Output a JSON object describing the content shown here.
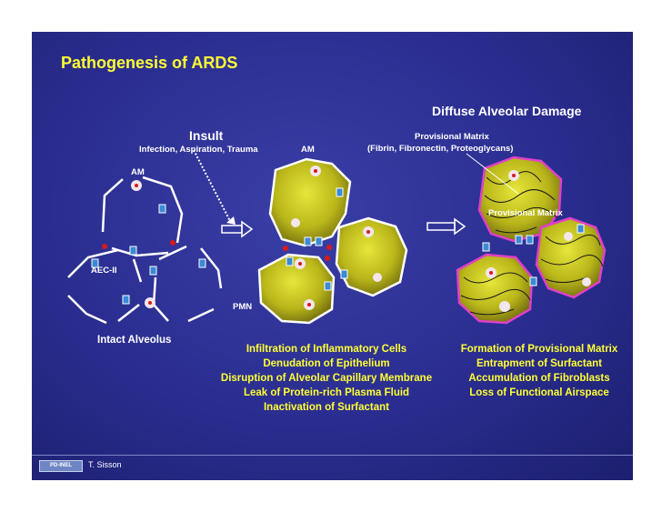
{
  "title": "Pathogenesis of ARDS",
  "header_right": "Diffuse Alveolar Damage",
  "insult": {
    "title": "Insult",
    "causes": "Infection, Aspiration, Trauma"
  },
  "labels": {
    "am_injured": "AM",
    "am_intact": "AM",
    "aec_ii": "AEC-II",
    "pmn": "PMN",
    "intact_alveolus": "Intact Alveolus",
    "provisional_matrix_header": "Provisional Matrix",
    "provisional_matrix_sub": "(Fibrin, Fibronectin, Proteoglycans)",
    "provisional_matrix_label": "Provisional Matrix"
  },
  "injury_events": [
    "Infiltration of Inflammatory Cells",
    "Denudation of Epithelium",
    "Disruption of Alveolar Capillary Membrane",
    "Leak of Protein-rich Plasma Fluid",
    "Inactivation of Surfactant"
  ],
  "damage_events": [
    "Formation of Provisional Matrix",
    "Entrapment of Surfactant",
    "Accumulation of Fibroblasts",
    "Loss of Functional Airspace"
  ],
  "footer": {
    "logo": "PD-INEL",
    "author": "T. Sisson"
  },
  "colors": {
    "background": "#2a2d8f",
    "title_text": "#ffff33",
    "body_text": "#ffffff",
    "alveolus_fill": "#c9c91e",
    "matrix_stroke": "#e040c8"
  }
}
